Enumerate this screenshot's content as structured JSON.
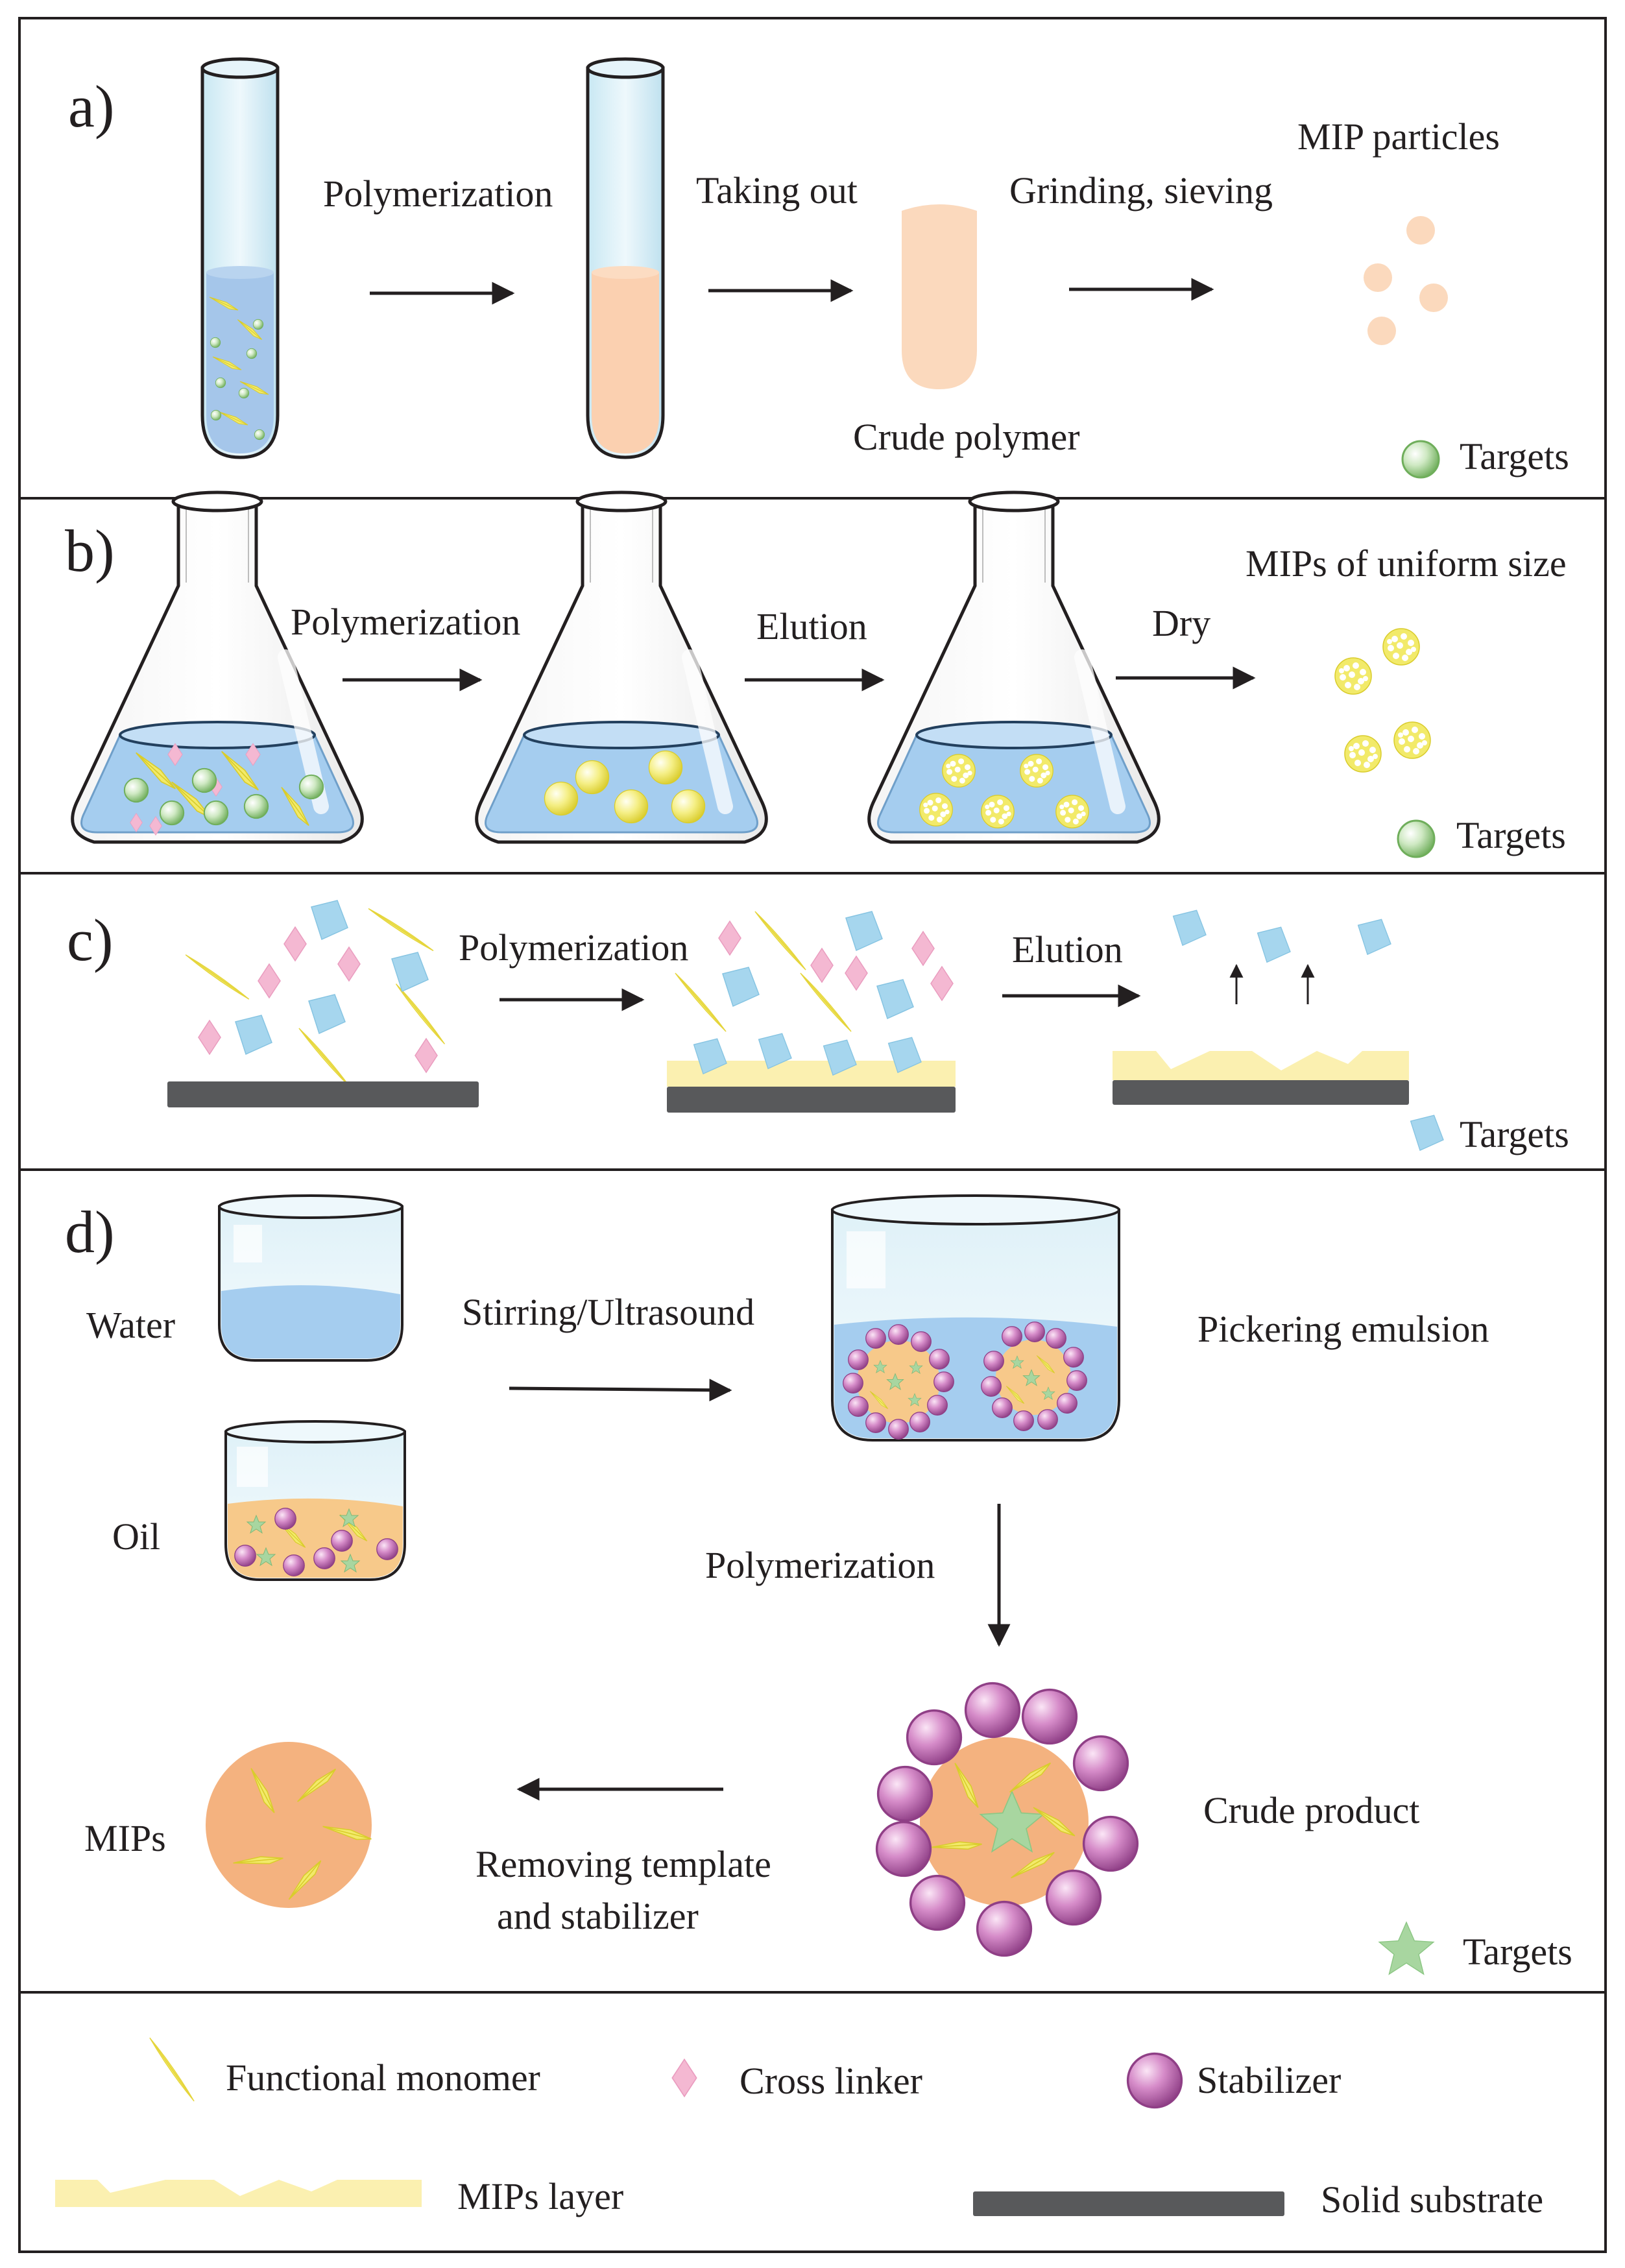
{
  "panels": {
    "a": {
      "letter": "a)",
      "polymerization": "Polymerization",
      "taking_out": "Taking out",
      "grinding": "Grinding, sieving",
      "mip_particles": "MIP particles",
      "crude_polymer": "Crude polymer",
      "targets": "Targets"
    },
    "b": {
      "letter": "b)",
      "polymerization": "Polymerization",
      "elution": "Elution",
      "dry": "Dry",
      "mips_uniform": "MIPs of uniform size",
      "targets": "Targets"
    },
    "c": {
      "letter": "c)",
      "polymerization": "Polymerization",
      "elution": "Elution",
      "targets": "Targets"
    },
    "d": {
      "letter": "d)",
      "water": "Water",
      "oil": "Oil",
      "stirring": "Stirring/Ultrasound",
      "pickering": "Pickering emulsion",
      "polymerization": "Polymerization",
      "crude_product": "Crude product",
      "mips": "MIPs",
      "removing_line1": "Removing template",
      "removing_line2": "and stabilizer",
      "targets": "Targets"
    }
  },
  "legend": {
    "functional_monomer": "Functional monomer",
    "cross_linker": "Cross linker",
    "stabilizer": "Stabilizer",
    "mips_layer": "MIPs layer",
    "solid_substrate": "Solid substrate"
  },
  "colors": {
    "monomer": "#f2ea6a",
    "crosslinker": "#f4b8d2",
    "target_c": "#a6d6ee",
    "stabilizer": "#c776b9",
    "polymer": "#fbd9bd",
    "mip_layer": "#fbf0b0",
    "substrate": "#58595b",
    "water": "#a5cdef",
    "oil": "#f7c98a",
    "mip_sphere": "#f4b27f"
  }
}
